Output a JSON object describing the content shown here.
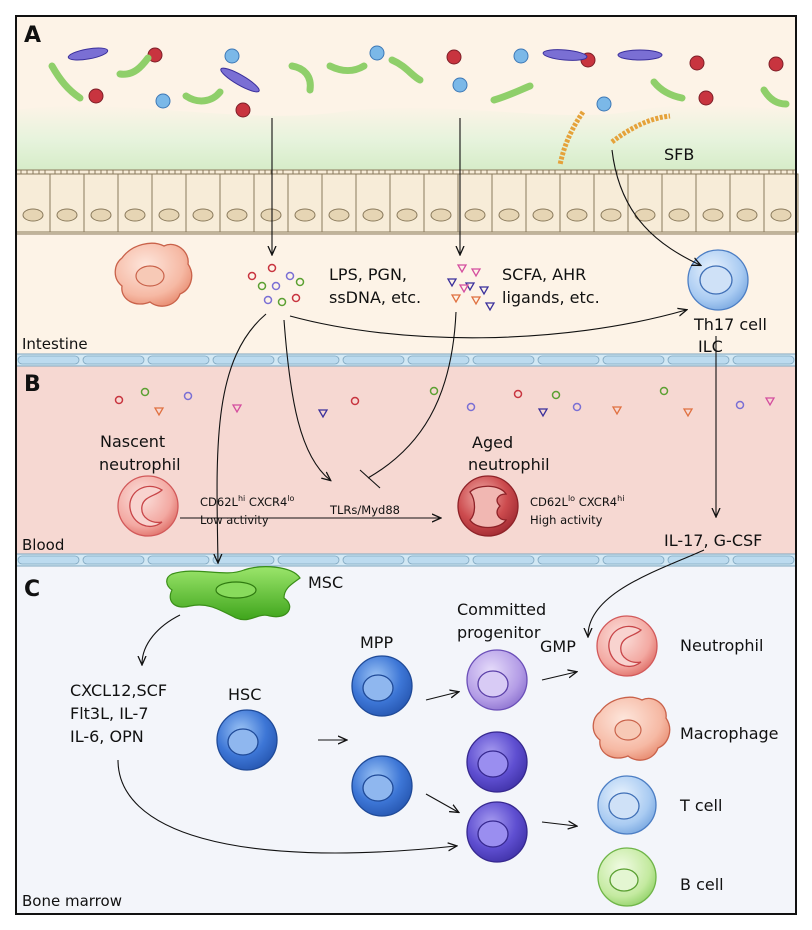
{
  "panels": {
    "a": {
      "letter": "A",
      "region": "Intestine"
    },
    "b": {
      "letter": "B",
      "region": "Blood"
    },
    "c": {
      "letter": "C",
      "region": "Bone marrow"
    }
  },
  "labels": {
    "sfb": "SFB",
    "microbial_products_1": "LPS, PGN,",
    "microbial_products_2": "ssDNA, etc.",
    "metabolites_1": "SCFA, AHR",
    "metabolites_2": "ligands, etc.",
    "th17_1": "Th17 cell",
    "th17_2": "ILC",
    "nascent_1": "Nascent",
    "nascent_2": "neutrophil",
    "nascent_marker_a": "CD62L",
    "nascent_marker_a_sup": "hi",
    "nascent_marker_b": " CXCR4",
    "nascent_marker_b_sup": "lo",
    "nascent_activity": "Low activity",
    "tlr": "TLRs/Myd88",
    "aged_1": "Aged",
    "aged_2": "neutrophil",
    "aged_marker_a": "CD62L",
    "aged_marker_a_sup": "lo",
    "aged_marker_b": " CXCR4",
    "aged_marker_b_sup": "hi",
    "aged_activity": "High activity",
    "il17": "IL-17, G-CSF",
    "msc": "MSC",
    "cytokines_1": "CXCL12,SCF",
    "cytokines_2": "Flt3L, IL-7",
    "cytokines_3": "IL-6, OPN",
    "committed_1": "Committed",
    "committed_2": "progenitor",
    "gmp": "GMP",
    "mpp": "MPP",
    "hsc": "HSC",
    "neutrophil": "Neutrophil",
    "macrophage": "Macrophage",
    "t_cell": "T cell",
    "b_cell": "B cell"
  },
  "colors": {
    "intestine_bg": "#fdf3e7",
    "blood_bg": "#f6d8d2",
    "marrow_bg": "#f3f5fa",
    "vessel": "#d2e8f4",
    "microbe_red": "#c8343f",
    "microbe_blue": "#7bb8e8",
    "microbe_green": "#8fcf6a",
    "microbe_purple": "#7a6fd4",
    "progenitor_blue": "#3d76d6",
    "progenitor_violet": "#5f4fd1",
    "msc_green": "#56c22a"
  }
}
